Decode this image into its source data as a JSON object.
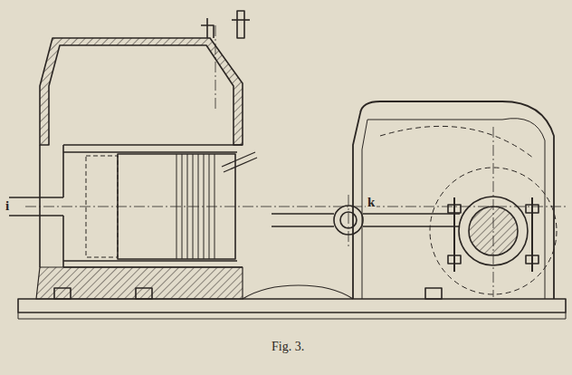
{
  "diagram": {
    "caption": "Fig. 3.",
    "labels": [
      "i",
      "k"
    ]
  }
}
